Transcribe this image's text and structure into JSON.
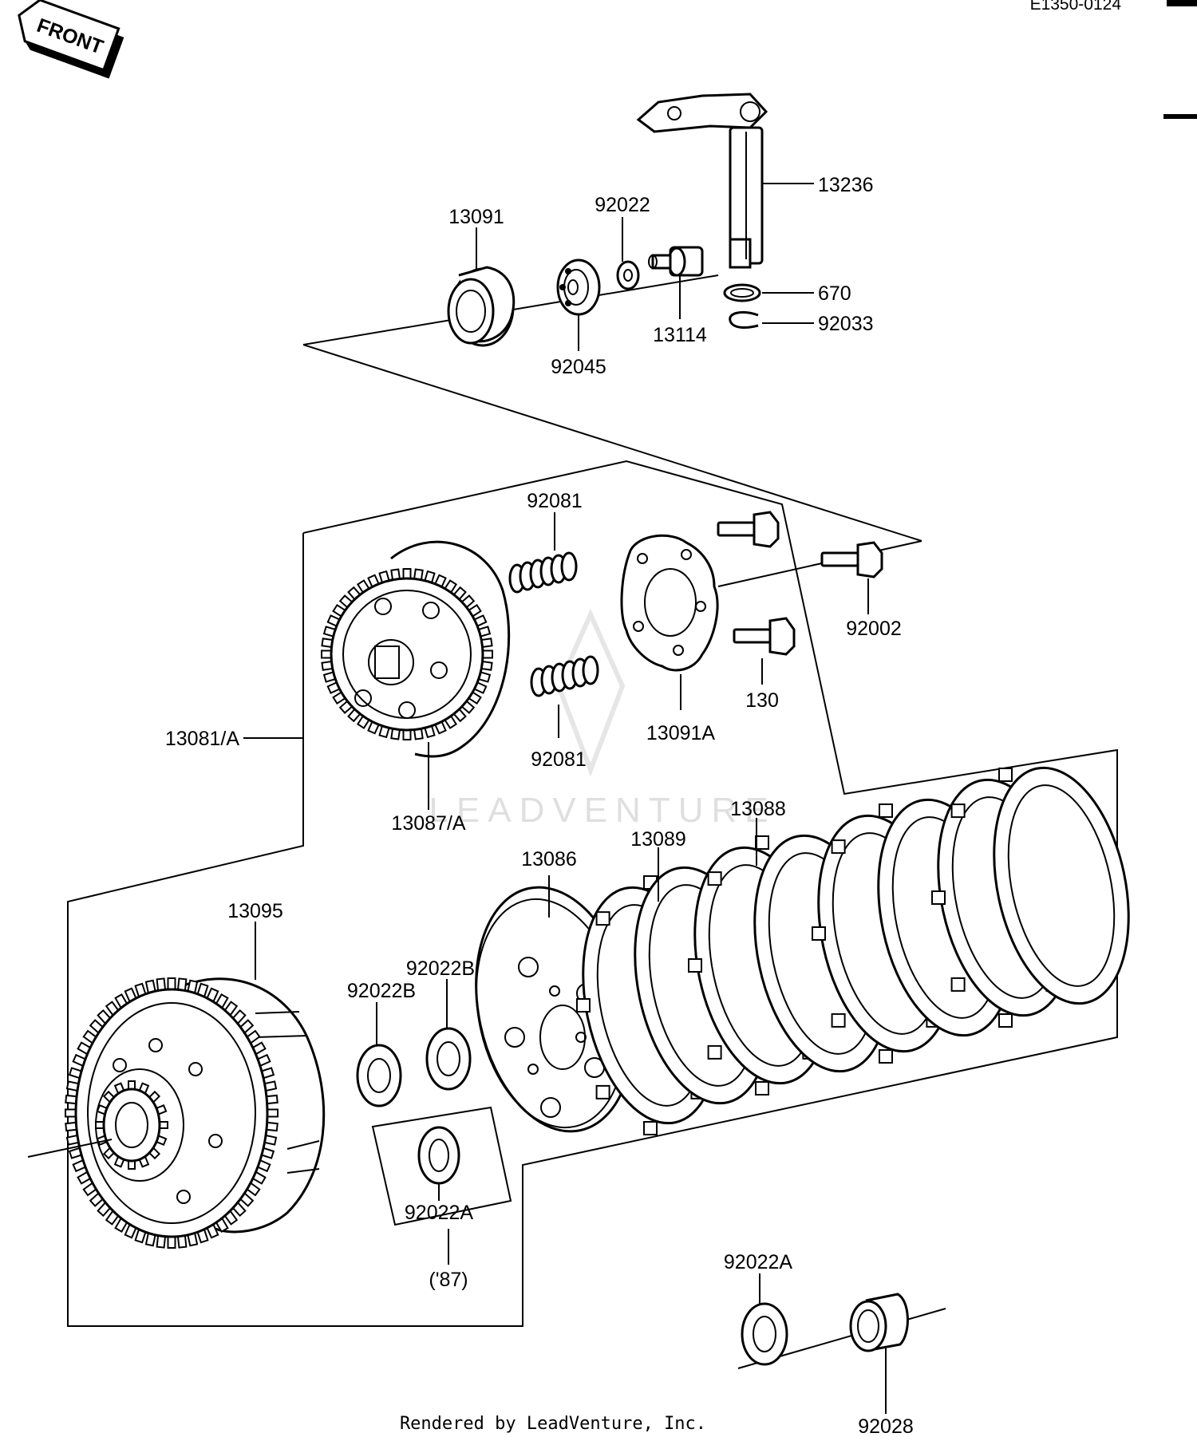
{
  "diagram_code": "E1350-0124",
  "front_badge": "FRONT",
  "watermark": "LEADVENTURE",
  "credit": "Rendered by LeadVenture, Inc.",
  "labels": {
    "p13236": "13236",
    "p13091": "13091",
    "p92022": "92022",
    "p670": "670",
    "p92033": "92033",
    "p13114": "13114",
    "p92045": "92045",
    "p92081_top": "92081",
    "p92081_bottom": "92081",
    "p92002": "92002",
    "p130": "130",
    "p13091A": "13091A",
    "p13081A": "13081/A",
    "p13087A": "13087/A",
    "p13088": "13088",
    "p13089": "13089",
    "p13086": "13086",
    "p13095": "13095",
    "p92022B_left": "92022B",
    "p92022B_right": "92022B",
    "p92022A_box": "92022A",
    "note_87": "('87)",
    "p92022A_lower": "92022A",
    "p92028": "92028"
  }
}
